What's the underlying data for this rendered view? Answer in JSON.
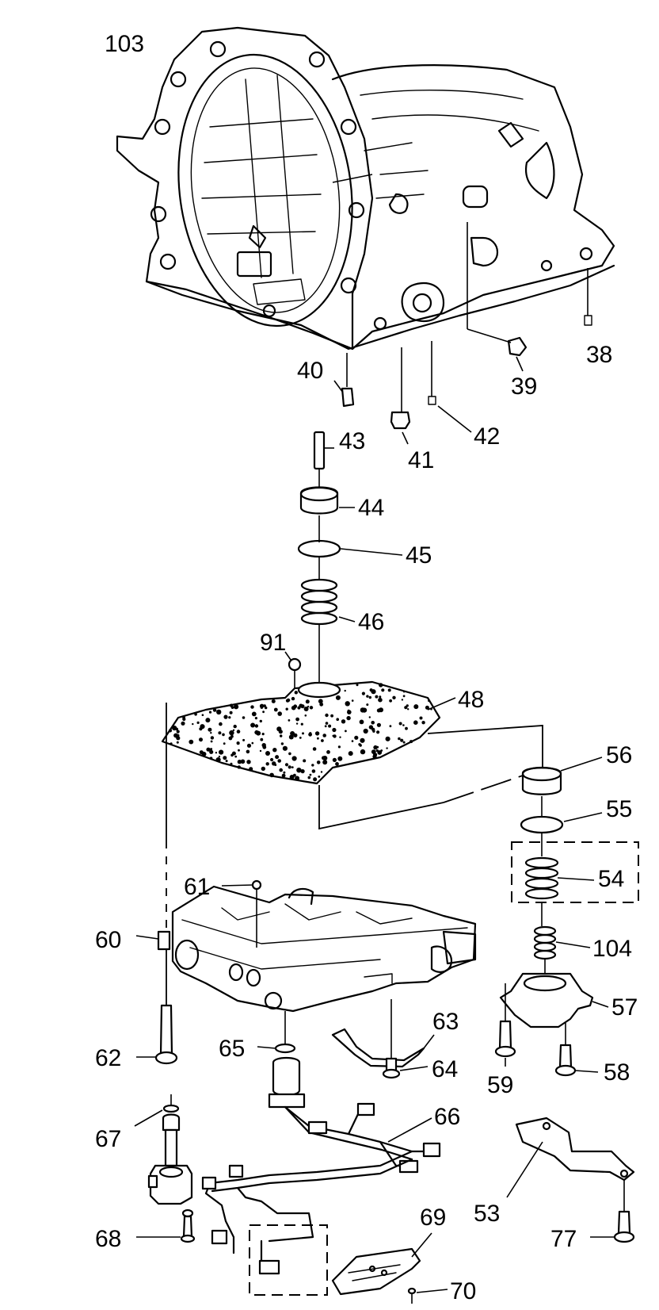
{
  "figure": {
    "callouts": {
      "c103": "103",
      "c40": "40",
      "c39": "39",
      "c38": "38",
      "c43": "43",
      "c41": "41",
      "c42": "42",
      "c44": "44",
      "c45": "45",
      "c46": "46",
      "c91": "91",
      "c48": "48",
      "c56": "56",
      "c55": "55",
      "c54": "54",
      "c61": "61",
      "c60": "60",
      "c104": "104",
      "c57": "57",
      "c62": "62",
      "c65": "65",
      "c63": "63",
      "c64": "64",
      "c59": "59",
      "c58": "58",
      "c66": "66",
      "c67": "67",
      "c53": "53",
      "c68": "68",
      "c77": "77",
      "c69": "69",
      "c70": "70"
    }
  }
}
